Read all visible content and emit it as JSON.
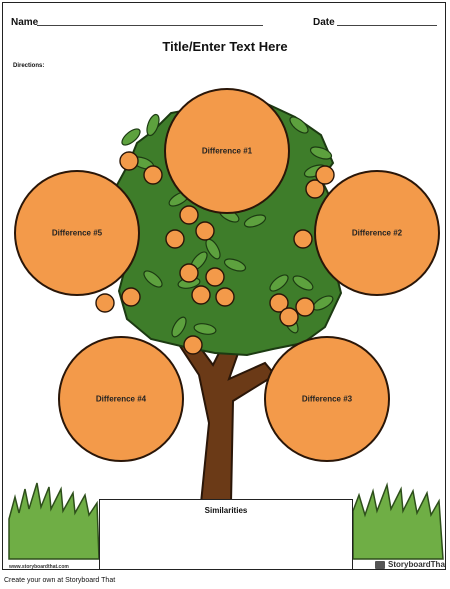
{
  "header": {
    "name_label": "Name",
    "date_label": "Date"
  },
  "title": "Title/Enter Text Here",
  "directions_label": "Directions:",
  "circles": [
    {
      "label": "Difference #1"
    },
    {
      "label": "Difference #2"
    },
    {
      "label": "Difference #3"
    },
    {
      "label": "Difference #4"
    },
    {
      "label": "Difference #5"
    }
  ],
  "similarities": {
    "label": "Similarities"
  },
  "watermark": {
    "url": "www.storyboardthat.com",
    "brand": "StoryboardThat"
  },
  "footer": "Create your own at Storyboard That",
  "colors": {
    "circle_fill": "#f39a4a",
    "leaf_green": "#3e7d2a",
    "trunk_brown": "#6b3a17",
    "grass_green": "#6fae45"
  },
  "icons": [
    "tree-illustration",
    "grass-illustration",
    "storyboardthat-logo-icon"
  ]
}
